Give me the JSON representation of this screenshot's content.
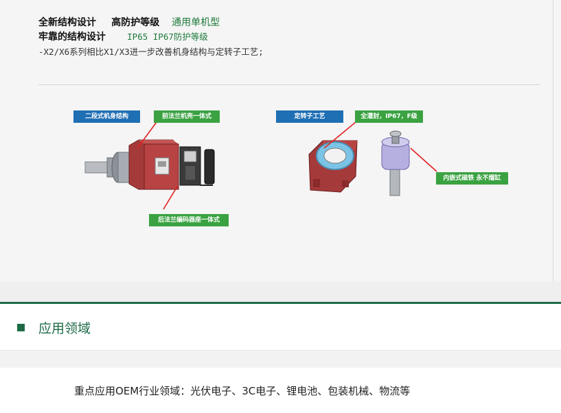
{
  "features": {
    "row1": {
      "title": "全新结构设计",
      "protection": "高防护等级",
      "type": "通用单机型"
    },
    "row2": {
      "title": "牢靠的结构设计",
      "ip": "IP65 IP67防护等级"
    },
    "row3": {
      "desc": "-X2/X6系列相比X1/X3进一步改善机身结构与定转子工艺;"
    }
  },
  "diagram": {
    "left_title": "二段式机身结构",
    "left_callout_front": "前法兰机壳一体式",
    "left_callout_rear": "后法兰编码器座一体式",
    "right_title": "定转子工艺",
    "right_callout_seal": "全灌封，IP67，F级",
    "right_callout_magnet": "内嵌式磁铁 永不熘缸"
  },
  "section": {
    "title": "应用领域"
  },
  "applications": {
    "text": "重点应用OEM行业领域：光伏电子、3C电子、锂电池、包装机械、物流等"
  },
  "colors": {
    "accent_green": "#1d6b46",
    "tag_blue": "#1f6fb5",
    "tag_green": "#3aa241",
    "leader_red": "#e02020"
  }
}
